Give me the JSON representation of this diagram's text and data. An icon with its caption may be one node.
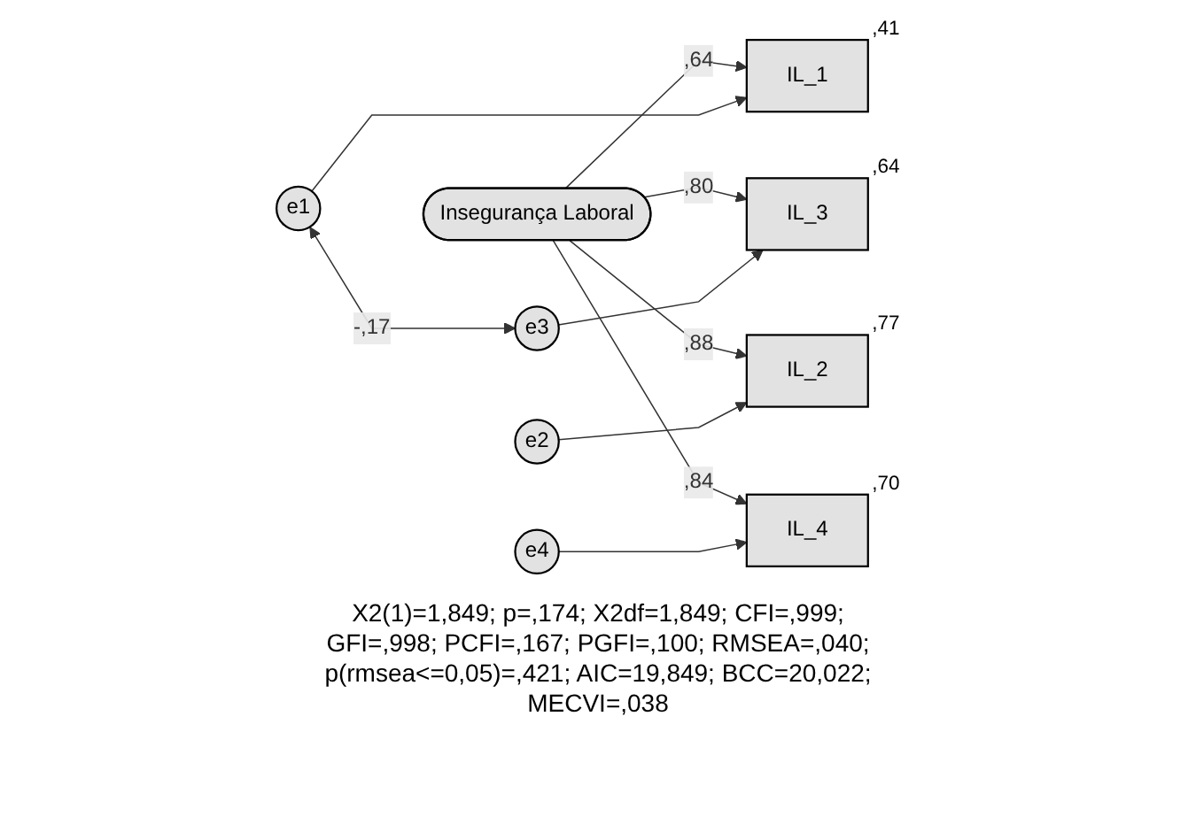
{
  "diagram": {
    "caption": "X2(1)=1,849; p=,174; X2df=1,849; CFI=,999; GFI=,998; PCFI=,167; PGFI=,100; RMSEA=,040; p(rmsea<=0,05)=,421; AIC=19,849; BCC=20,022; MECVI=,038",
    "nodes": [
      {
        "text": [
          "Insegurança Laboral"
        ]
      },
      {
        "text": [
          "IL_1"
        ],
        "beside": [
          ",41"
        ]
      },
      {
        "text": [
          "IL_2"
        ],
        "beside": [
          ",77"
        ]
      },
      {
        "text": [
          "IL_3"
        ],
        "beside": [
          ",64"
        ]
      },
      {
        "text": [
          "IL_4"
        ],
        "beside": [
          ",70"
        ]
      },
      {
        "text": [
          "e1"
        ]
      },
      {
        "text": [
          "e2"
        ]
      },
      {
        "text": [
          "e3"
        ]
      },
      {
        "text": [
          "e4"
        ]
      }
    ],
    "edges": [
      {
        "from": 0,
        "to": 1,
        "arrow": "to",
        "label": ",64"
      },
      {
        "from": 0,
        "to": 2,
        "arrow": "to",
        "label": ",88"
      },
      {
        "from": 0,
        "to": 3,
        "arrow": "to",
        "label": ",80"
      },
      {
        "from": 0,
        "to": 4,
        "arrow": "to",
        "label": ",84"
      },
      {
        "from": 5,
        "to": 1,
        "arrow": "to"
      },
      {
        "from": 6,
        "to": 2,
        "arrow": "to"
      },
      {
        "from": 7,
        "to": 3,
        "arrow": "to"
      },
      {
        "from": 8,
        "to": 4,
        "arrow": "to"
      },
      {
        "from": 5,
        "to": 7,
        "arrow": "both",
        "label": "-,17"
      }
    ]
  }
}
